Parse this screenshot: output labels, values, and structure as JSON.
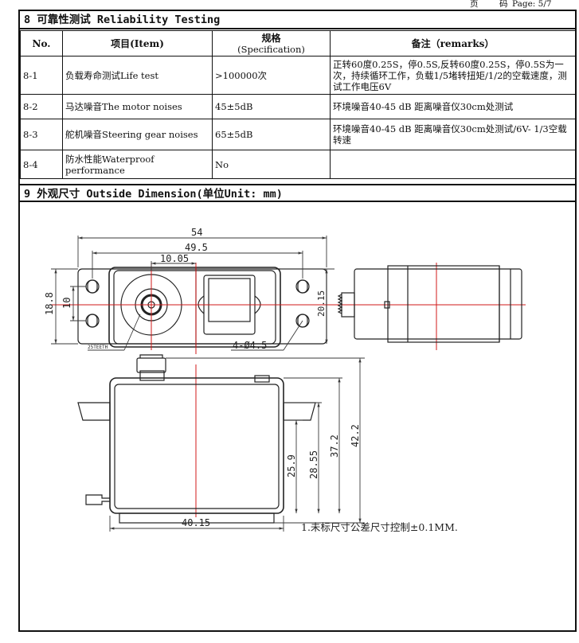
{
  "header": {
    "page_prefix": "页",
    "page_code": "码",
    "page_label": "Page: 5/7"
  },
  "section8": {
    "title": "8 可靠性测试 Reliability  Testing",
    "columns": {
      "no": "No.",
      "item": "项目(Item)",
      "spec_cn": "规格",
      "spec_en": "(Specification)",
      "remarks": "备注（remarks）"
    },
    "rows": [
      {
        "no": "8-1",
        "item": "负载寿命测试Life test",
        "spec": ">100000次",
        "remarks": "正转60度0.25S，停0.5S,反转60度0.25S，停0.5S为一次，持续循环工作，负载1/5堵转扭矩/1/2的空载速度，测试工作电压6V"
      },
      {
        "no": "8-2",
        "item": "马达噪音The motor noises",
        "spec": "45±5dB",
        "remarks": "环境噪音40-45 dB  距离噪音仪30cm处测试"
      },
      {
        "no": "8-3",
        "item": "舵机噪音Steering gear noises",
        "spec": "65±5dB",
        "remarks": "环境噪音40-45 dB  距离噪音仪30cm处测试/6V- 1/3空载转速"
      },
      {
        "no": "8-4",
        "item": "防水性能Waterproof performance",
        "spec": "No",
        "remarks": ""
      }
    ]
  },
  "section9": {
    "title": "9 外观尺寸 Outside Dimension(单位Unit: mm)",
    "dims": {
      "d54": "54",
      "d49_5": "49.5",
      "d10_05": "10.05",
      "d18_8": "18.8",
      "d10": "10",
      "d20_15": "20.15",
      "holes": "4-Ø4.5",
      "teeth": "25TEETH",
      "d40_15": "40.15",
      "d25_9": "25.9",
      "d28_55": "28.55",
      "d37_2": "37.2",
      "d42_2": "42.2"
    },
    "note": "1.未标尺寸公差尺寸控制±0.1MM."
  },
  "colors": {
    "ink": "#111111",
    "centerline": "#d01818",
    "dim": "#3a3a3a"
  }
}
